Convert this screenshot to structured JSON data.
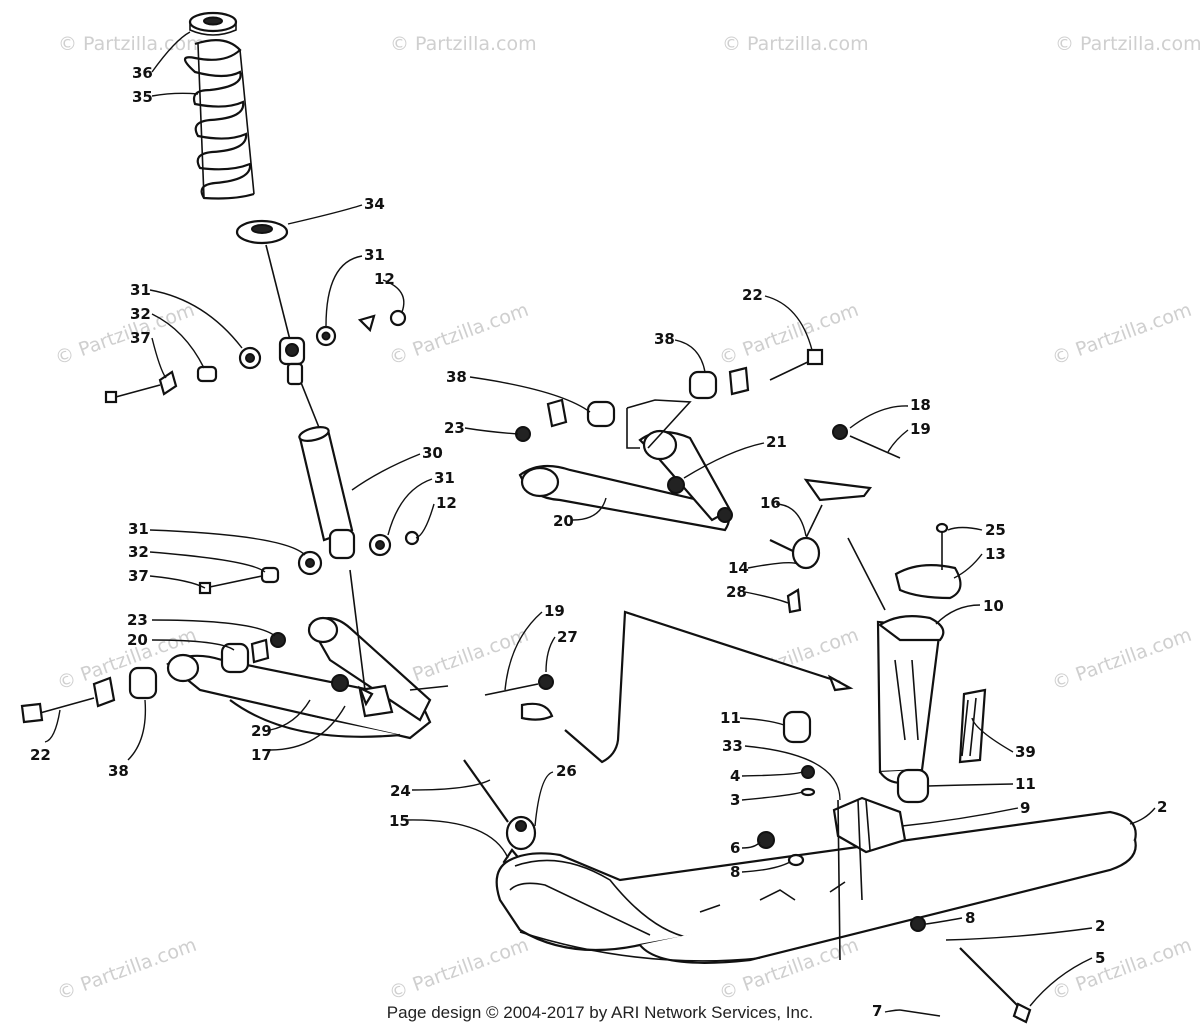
{
  "watermark": "© Partzilla.com",
  "footer": "Page design © 2004-2017 by ARI Network Services, Inc.",
  "callouts": [
    {
      "id": "c36",
      "label": "36"
    },
    {
      "id": "c35",
      "label": "35"
    },
    {
      "id": "c34",
      "label": "34"
    },
    {
      "id": "c31a",
      "label": "31"
    },
    {
      "id": "c32a",
      "label": "32"
    },
    {
      "id": "c37a",
      "label": "37"
    },
    {
      "id": "c31b",
      "label": "31"
    },
    {
      "id": "c12a",
      "label": "12"
    },
    {
      "id": "c30",
      "label": "30"
    },
    {
      "id": "c31c",
      "label": "31"
    },
    {
      "id": "c12b",
      "label": "12"
    },
    {
      "id": "c31d",
      "label": "31"
    },
    {
      "id": "c32b",
      "label": "32"
    },
    {
      "id": "c37b",
      "label": "37"
    },
    {
      "id": "c23a",
      "label": "23"
    },
    {
      "id": "c20a",
      "label": "20"
    },
    {
      "id": "c22a",
      "label": "22"
    },
    {
      "id": "c38a",
      "label": "38"
    },
    {
      "id": "c29",
      "label": "29"
    },
    {
      "id": "c17",
      "label": "17"
    },
    {
      "id": "c22b",
      "label": "22"
    },
    {
      "id": "c38b",
      "label": "38"
    },
    {
      "id": "c38c",
      "label": "38"
    },
    {
      "id": "c23b",
      "label": "23"
    },
    {
      "id": "c21",
      "label": "21"
    },
    {
      "id": "c20b",
      "label": "20"
    },
    {
      "id": "c18",
      "label": "18"
    },
    {
      "id": "c19a",
      "label": "19"
    },
    {
      "id": "c16",
      "label": "16"
    },
    {
      "id": "c14",
      "label": "14"
    },
    {
      "id": "c28",
      "label": "28"
    },
    {
      "id": "c25",
      "label": "25"
    },
    {
      "id": "c13",
      "label": "13"
    },
    {
      "id": "c10",
      "label": "10"
    },
    {
      "id": "c19b",
      "label": "19"
    },
    {
      "id": "c27",
      "label": "27"
    },
    {
      "id": "c24",
      "label": "24"
    },
    {
      "id": "c26",
      "label": "26"
    },
    {
      "id": "c15",
      "label": "15"
    },
    {
      "id": "c11a",
      "label": "11"
    },
    {
      "id": "c33",
      "label": "33"
    },
    {
      "id": "c39",
      "label": "39"
    },
    {
      "id": "c11b",
      "label": "11"
    },
    {
      "id": "c4",
      "label": "4"
    },
    {
      "id": "c3",
      "label": "3"
    },
    {
      "id": "c9",
      "label": "9"
    },
    {
      "id": "c2a",
      "label": "2"
    },
    {
      "id": "c6",
      "label": "6"
    },
    {
      "id": "c8a",
      "label": "8"
    },
    {
      "id": "c8b",
      "label": "8"
    },
    {
      "id": "c2b",
      "label": "2"
    },
    {
      "id": "c5",
      "label": "5"
    },
    {
      "id": "c7",
      "label": "7"
    }
  ]
}
